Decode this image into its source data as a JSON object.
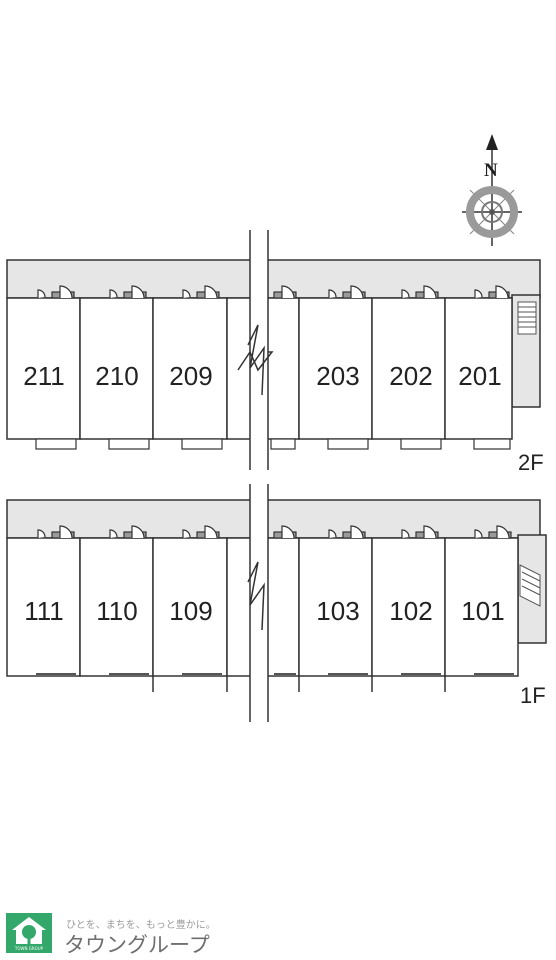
{
  "compass": {
    "label": "N",
    "icon": "compass-rose-icon"
  },
  "floors": [
    {
      "id": "2F",
      "label": "2F",
      "left_units": [
        "211",
        "210",
        "209"
      ],
      "right_units": [
        "203",
        "202",
        "201"
      ]
    },
    {
      "id": "1F",
      "label": "1F",
      "left_units": [
        "111",
        "110",
        "109"
      ],
      "right_units": [
        "103",
        "102",
        "101"
      ]
    }
  ],
  "logo": {
    "icon": "house-tree-logo-icon",
    "mark_text": "TOWN GROUP",
    "tagline": "ひとを、まちを、もっと豊かに。",
    "name": "タウングループ"
  },
  "colors": {
    "corridor": "#e6e6e6",
    "line": "#333333",
    "door": "#9a9a9a",
    "logo": "#34a86b"
  }
}
